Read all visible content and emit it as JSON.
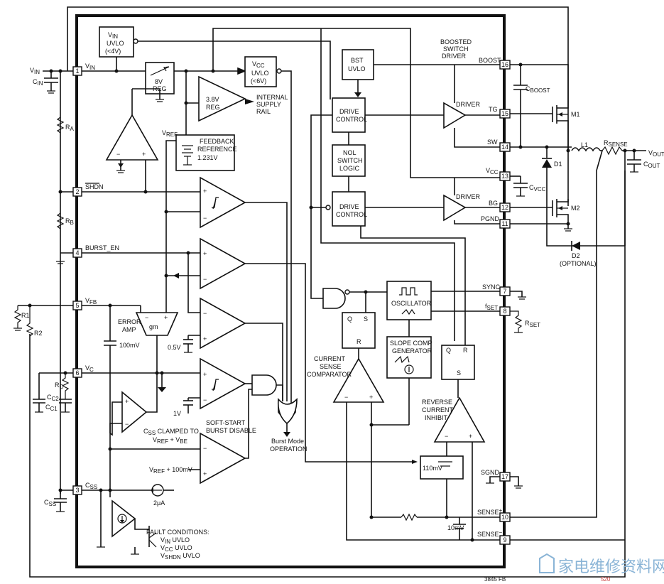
{
  "pins": [
    {
      "num": "1",
      "label": "V",
      "sub": "IN"
    },
    {
      "num": "2",
      "label": "SHDN",
      "sub": ""
    },
    {
      "num": "4",
      "label": "BURST_EN",
      "sub": ""
    },
    {
      "num": "5",
      "label": "V",
      "sub": "FB"
    },
    {
      "num": "6",
      "label": "V",
      "sub": "C"
    },
    {
      "num": "3",
      "label": "C",
      "sub": "SS"
    },
    {
      "num": "16",
      "label": "BOOST",
      "sub": ""
    },
    {
      "num": "15",
      "label": "TG",
      "sub": ""
    },
    {
      "num": "14",
      "label": "SW",
      "sub": ""
    },
    {
      "num": "13",
      "label": "V",
      "sub": "CC"
    },
    {
      "num": "12",
      "label": "BG",
      "sub": ""
    },
    {
      "num": "11",
      "label": "PGND",
      "sub": ""
    },
    {
      "num": "7",
      "label": "SYNC",
      "sub": ""
    },
    {
      "num": "8",
      "label": "f",
      "sub": "SET"
    },
    {
      "num": "17",
      "label": "SGND",
      "sub": ""
    },
    {
      "num": "10",
      "label": "SENSE",
      "sub": "+"
    },
    {
      "num": "9",
      "label": "SENSE",
      "sub": "−"
    }
  ],
  "blocks": {
    "vin_uvlo": [
      "V",
      "IN",
      "UVLO",
      "(<4V)"
    ],
    "reg8v": [
      "8V",
      "REG"
    ],
    "vcc_uvlo": [
      "V",
      "CC",
      "UVLO",
      "(<6V)"
    ],
    "reg38": [
      "3.8V",
      "REG"
    ],
    "internal_rail": [
      "INTERNAL",
      "SUPPLY",
      "RAIL"
    ],
    "vref": [
      "V",
      "REF"
    ],
    "feedback_ref": [
      "FEEDBACK",
      "REFERENCE",
      "1.231V"
    ],
    "bst_uvlo": [
      "BST",
      "UVLO"
    ],
    "boosted_driver": [
      "BOOSTED",
      "SWITCH",
      "DRIVER"
    ],
    "drive_control_top": [
      "DRIVE",
      "CONTROL"
    ],
    "nol_logic": [
      "NOL",
      "SWITCH",
      "LOGIC"
    ],
    "drive_control_bot": [
      "DRIVE",
      "CONTROL"
    ],
    "driver_top": "DRIVER",
    "driver_bot": "DRIVER",
    "oscillator": "OSCILLATOR",
    "slope_comp": [
      "SLOPE COMP",
      "GENERATOR"
    ],
    "error_amp": [
      "ERROR",
      "AMP"
    ],
    "gm": "gm",
    "current_sense": [
      "CURRENT",
      "SENSE",
      "COMPARATOR"
    ],
    "reverse_inhibit": [
      "REVERSE",
      "CURRENT",
      "INHIBIT"
    ],
    "burst_mode": [
      "Burst Mode",
      "OPERATION"
    ],
    "soft_start": [
      "SOFT-START",
      "BURST DISABLE"
    ],
    "css_clamp": [
      "C",
      "SS",
      " CLAMPED TO",
      "V",
      "REF",
      " + V",
      "BE"
    ],
    "vref_100": [
      "V",
      "REF",
      " + 100mV"
    ],
    "fault": [
      "FAULT CONDITIONS:",
      "V",
      "IN",
      " UVLO",
      "V",
      "CC",
      " UVLO",
      "V",
      "SHDN",
      " UVLO"
    ],
    "sr_q": "Q",
    "sr_s": "S",
    "sr_r": "R"
  },
  "values": {
    "v100m": "100mV",
    "v05": "0.5V",
    "v1": "1V",
    "i2u": "2μA",
    "v110m": "110mV",
    "v10m": "10mV"
  },
  "external": {
    "vin": [
      "V",
      "IN"
    ],
    "cin": [
      "C",
      "IN"
    ],
    "ra": [
      "R",
      "A"
    ],
    "rb": [
      "R",
      "B"
    ],
    "r1": "R1",
    "r2": "R2",
    "rc": [
      "R",
      "C"
    ],
    "cc2": [
      "C",
      "C2"
    ],
    "cc1": [
      "C",
      "C1"
    ],
    "css": [
      "C",
      "SS"
    ],
    "cboost": [
      "C",
      "BOOST"
    ],
    "m1": "M1",
    "m2": "M2",
    "l1": "L1",
    "d1": "D1",
    "rsense": [
      "R",
      "SENSE"
    ],
    "vout": [
      "V",
      "OUT"
    ],
    "cout": [
      "C",
      "OUT"
    ],
    "cvcc": [
      "C",
      "VCC"
    ],
    "d2": [
      "D2",
      "(OPTIONAL)"
    ],
    "rset": [
      "R",
      "SET"
    ]
  },
  "footer": {
    "code": "3845 FB",
    "watermark": "家电维修资料网",
    "watermark_sub": "520"
  }
}
